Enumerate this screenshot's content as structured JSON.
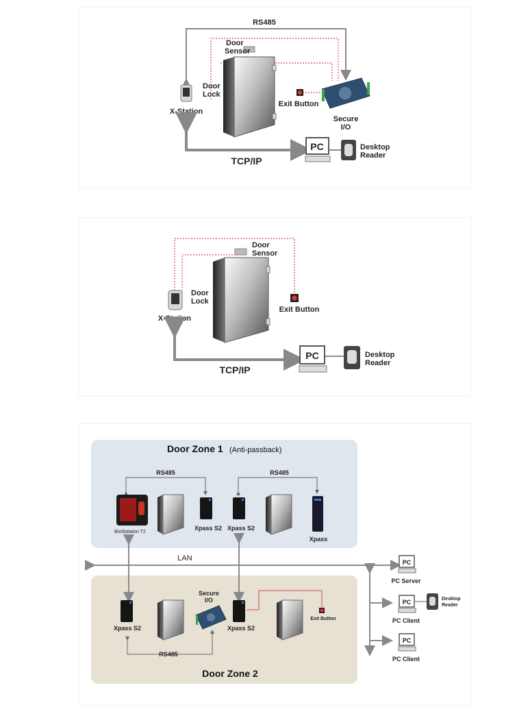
{
  "diagram1": {
    "rs485": "RS485",
    "door_sensor": [
      "Door",
      "Sensor"
    ],
    "door_lock": [
      "Door",
      "Lock"
    ],
    "x_station": "X-Station",
    "exit_button": "Exit Button",
    "secure_io": [
      "Secure",
      "I/O"
    ],
    "tcpip": "TCP/IP",
    "pc": "PC",
    "desktop_reader": [
      "Desktop",
      "Reader"
    ]
  },
  "diagram2": {
    "door_sensor": [
      "Door",
      "Sensor"
    ],
    "door_lock": [
      "Door",
      "Lock"
    ],
    "x_station": "X-Station",
    "exit_button": "Exit Button",
    "tcpip": "TCP/IP",
    "pc": "PC",
    "desktop_reader": [
      "Desktop",
      "Reader"
    ]
  },
  "diagram3": {
    "zone1_title": "Door Zone 1",
    "zone1_subtitle": "(Anti-passback)",
    "zone2_title": "Door Zone 2",
    "rs485_a": "RS485",
    "rs485_b": "RS485",
    "rs485_c": "RS485",
    "biostation": "BioStataion T2",
    "xpass_s2_a": "Xpass S2",
    "xpass_s2_b": "Xpass S2",
    "xpass": "Xpass",
    "lan": "LAN",
    "pc_server": "PC Server",
    "pc_client_1": "PC Client",
    "pc_client_2": "PC Client",
    "desktop_reader": [
      "Desktop",
      "Reader"
    ],
    "secure_io": [
      "Secure",
      "I/O"
    ],
    "xpass_s2_c": "Xpass S2",
    "xpass_s2_d": "Xpass S2",
    "exit_button": "Exit Button",
    "pc": "PC"
  },
  "colors": {
    "zone1_bg": "#dfe6ee",
    "zone2_bg": "#e7e1d3",
    "wire_red": "#d94a4a",
    "line_gray": "#8a8a8a"
  }
}
